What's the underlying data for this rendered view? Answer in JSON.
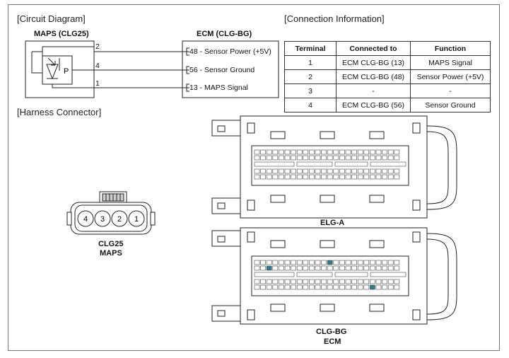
{
  "sections": {
    "circuit_diagram": "[Circuit Diagram]",
    "connection_information": "[Connection Information]",
    "harness_connector": "[Harness Connector]"
  },
  "circuit": {
    "maps_label": "MAPS (CLG25)",
    "ecm_label": "ECM (CLG-BG)",
    "sensor_symbol_letter": "P",
    "maps_pins": [
      "2",
      "4",
      "1"
    ],
    "ecm_pins": [
      "48 - Sensor Power (+5V)",
      "56 - Sensor Ground",
      "13 - MAPS Signal"
    ]
  },
  "table": {
    "headers": [
      "Terminal",
      "Connected to",
      "Function"
    ],
    "rows": [
      [
        "1",
        "ECM CLG-BG (13)",
        "MAPS Signal"
      ],
      [
        "2",
        "ECM CLG-BG (48)",
        "Sensor Power (+5V)"
      ],
      [
        "3",
        "-",
        "-"
      ],
      [
        "4",
        "ECM CLG-BG (56)",
        "Sensor Ground"
      ]
    ]
  },
  "connectors": {
    "maps_terminals": [
      "4",
      "3",
      "2",
      "1"
    ],
    "maps_caption_1": "CLG25",
    "maps_caption_2": "MAPS",
    "elg_a_caption": "ELG-A",
    "clg_bg_caption_1": "CLG-BG",
    "clg_bg_caption_2": "ECM"
  },
  "colors": {
    "line": "#222222",
    "frame": "#777777",
    "pin_fill": "#ffffff",
    "highlighted_pin": "#2f7f8a"
  }
}
